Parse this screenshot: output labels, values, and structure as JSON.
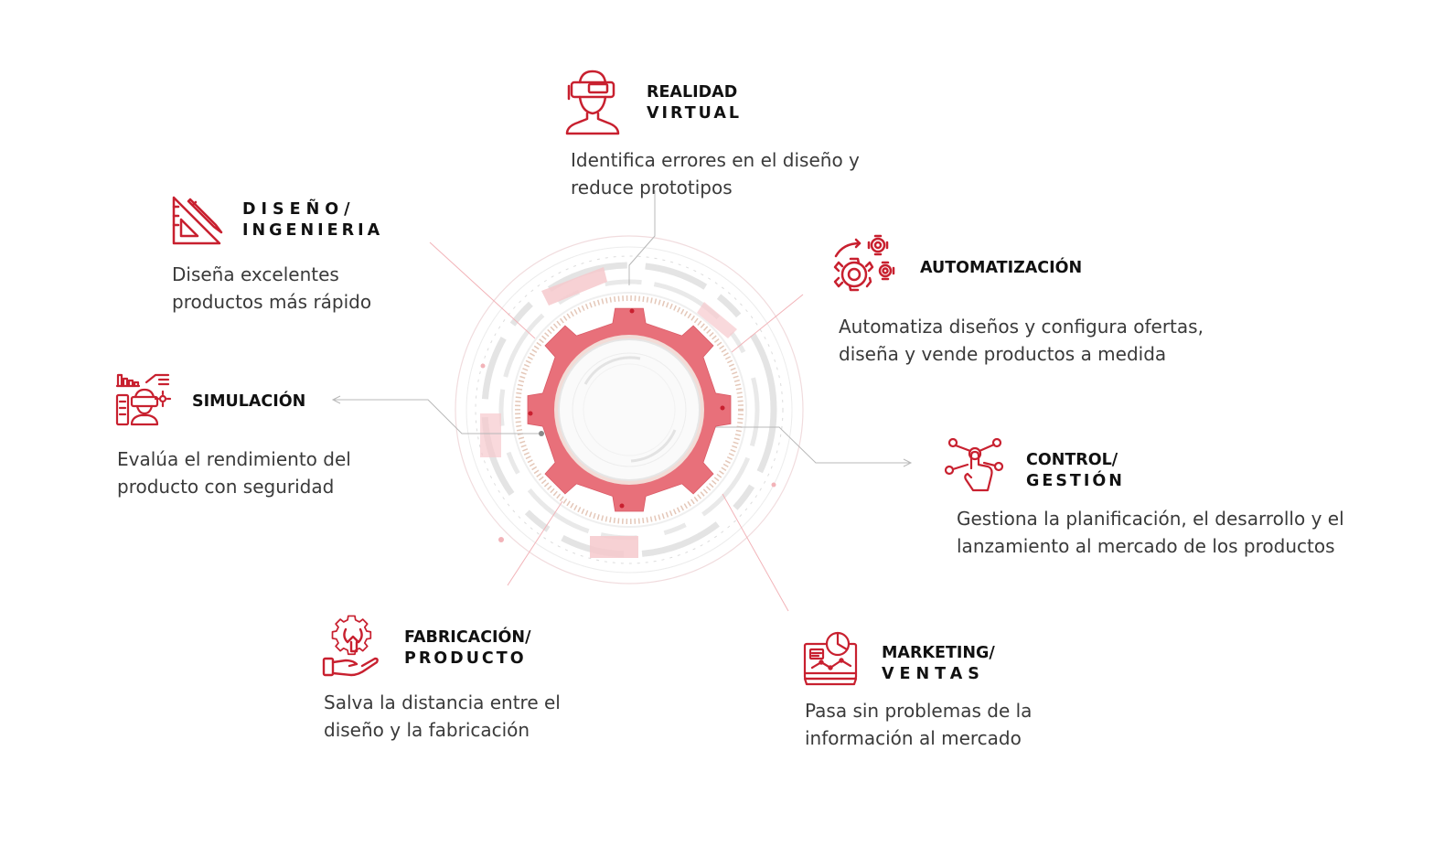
{
  "colors": {
    "accent": "#c8202f",
    "gear": "#e8707a",
    "ring": "#e6e6e6",
    "ring_pink": "#f6c9cd",
    "connector": "#b8b8b8",
    "title": "#111111",
    "text": "#3a3a3a"
  },
  "nodes": {
    "realidad_virtual": {
      "icon": "vr-headset-icon",
      "title_line1": "REALIDAD",
      "title_line2": "VIRTUAL",
      "desc_line1": "Identifica errores en el diseño y",
      "desc_line2": "reduce prototipos"
    },
    "diseno_ingenieria": {
      "icon": "design-tools-icon",
      "title_line1": "DISEÑO/",
      "title_line2": "INGENIERIA",
      "desc_line1": "Diseña excelentes",
      "desc_line2": "productos más rápido"
    },
    "automatizacion": {
      "icon": "gears-icon",
      "title_line1": "AUTOMATIZACIÓN",
      "desc_line1": "Automatiza diseños y configura ofertas,",
      "desc_line2": "diseña y vende productos a medida"
    },
    "simulacion": {
      "icon": "simulation-icon",
      "title_line1": "SIMULACIÓN",
      "desc_line1": "Evalúa el rendimiento del",
      "desc_line2": "producto con seguridad"
    },
    "control_gestion": {
      "icon": "touch-network-icon",
      "title_line1": "CONTROL/",
      "title_line2": "GESTIÓN",
      "desc_line1": "Gestiona la planificación, el desarrollo y el",
      "desc_line2": "lanzamiento al mercado de los productos"
    },
    "fabricacion_producto": {
      "icon": "hand-gear-icon",
      "title_line1": "FABRICACIÓN/",
      "title_line2": "PRODUCTO",
      "desc_line1": "Salva la distancia entre el",
      "desc_line2": "diseño y la fabricación"
    },
    "marketing_ventas": {
      "icon": "monitor-chart-icon",
      "title_line1": "MARKETING/",
      "title_line2": "VENTAS",
      "desc_line1": "Pasa sin problemas de la",
      "desc_line2": "información al mercado"
    }
  }
}
